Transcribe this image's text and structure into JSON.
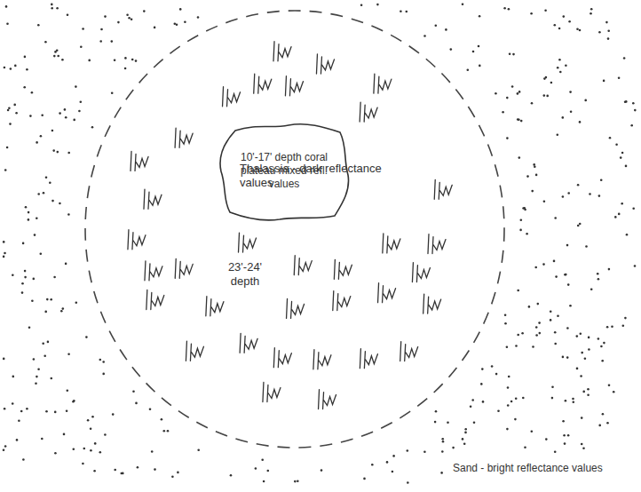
{
  "diagram": {
    "nodes": [
      {
        "text": [
          "Thalassia - dark reflectance values",
          "23'-24' depth"
        ]
      },
      {
        "text": [
          "10'-17' depth coral plateau mixed refl. values"
        ],
        "in": 0
      }
    ],
    "labels": [
      "Sand - bright reflectance values"
    ]
  }
}
